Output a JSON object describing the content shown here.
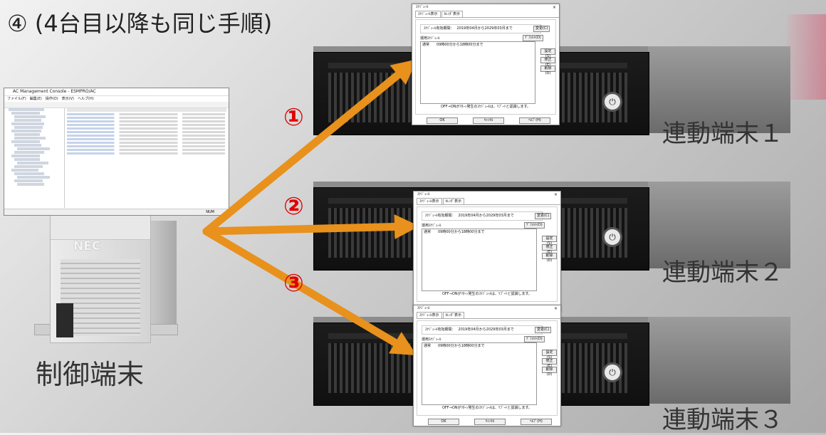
{
  "heading": "④ (4台目以降も同じ手順)",
  "controller": {
    "label": "制御端末",
    "brand": "NEC"
  },
  "terminals": [
    {
      "label": "連動端末１",
      "step": "①"
    },
    {
      "label": "連動端末２",
      "step": "②"
    },
    {
      "label": "連動端末３",
      "step": "③"
    }
  ],
  "monitor_window": {
    "title": "AC Management Console - ESMPRO/AC",
    "menu": "ファイル(F)　編集(E)　操作(O)　表示(V)　ヘルプ(H)",
    "status_right": "NUM"
  },
  "dialog": {
    "title": "ｽｹｼﾞｭｰﾙ",
    "close": "×",
    "tabs": [
      "ｽｹｼﾞｭｰﾙ表示",
      "ｶﾚﾝﾀﾞ表示"
    ],
    "period_label": "ｽｹｼﾞｭｰﾙ有効期間：",
    "period_value": "2019年04月から2029年03月まで",
    "change_button": "変更(C)",
    "sched_label": "運用ｽｹｼﾞｭｰﾙ",
    "default_button": "ﾃﾞﾌｫﾙﾄ(D)",
    "list_entry": "通常　　09時00分から18時00分まで",
    "side_buttons": [
      "設定(S)",
      "修正(E)",
      "削除(D)"
    ],
    "note": "OFF→ONがﾘﾀｰﾝ発生のｽｹｼﾞｭｰﾙは、ﾘﾌﾞｰﾄと認識します。",
    "footer_buttons": [
      "OK",
      "ｷｬﾝｾﾙ",
      "ﾍﾙﾌﾟ(H)"
    ]
  },
  "colors": {
    "arrow": "#e8911c",
    "step_number": "#e00000",
    "heading": "#222222"
  }
}
